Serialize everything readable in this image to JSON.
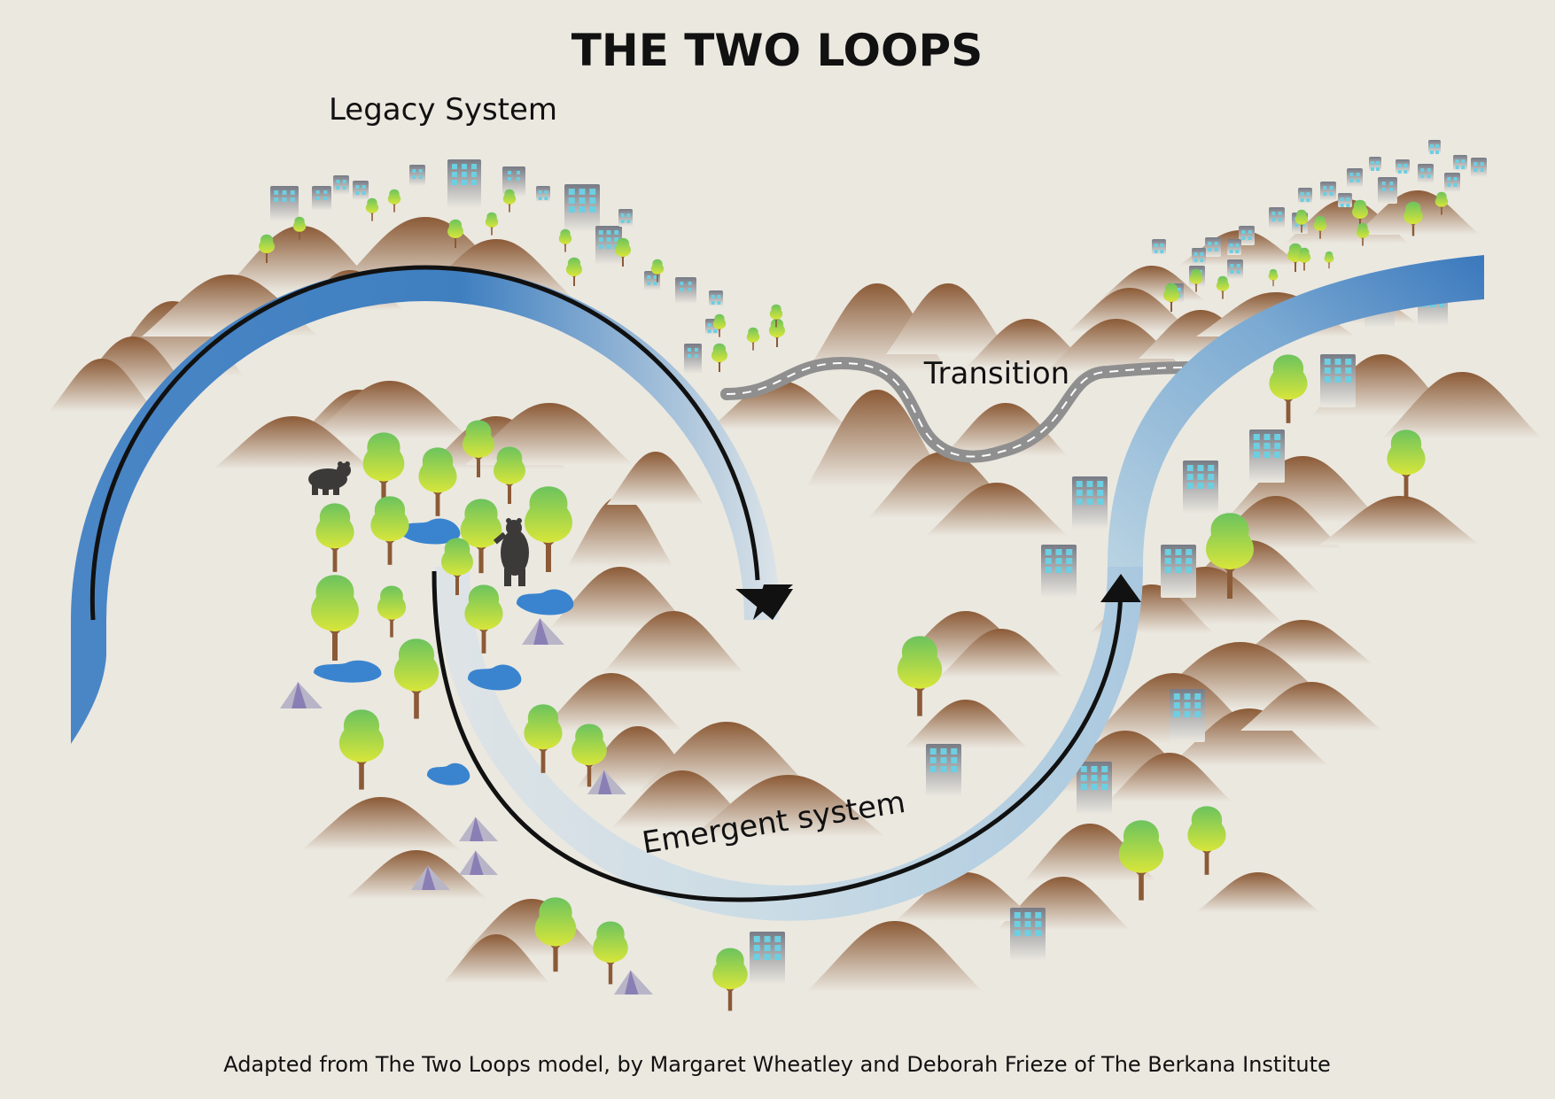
{
  "title": "THE TWO LOOPS",
  "labels": {
    "legacy": "Legacy System",
    "transition": "Transition",
    "emergent": "Emergent system"
  },
  "caption": "Adapted from The Two Loops model, by Margaret Wheatley and Deborah Frieze of The Berkana Institute",
  "colors": {
    "background": "#ebe8e0",
    "loop_blue": "#3f7fc0",
    "loop_pale": "#c7dbe6",
    "arrow": "#111111",
    "hill_top": "#8b5a36",
    "tree_top": "#6cc35e",
    "tree_bottom": "#d8e63a",
    "trunk": "#8b5a36",
    "building": "#777b85",
    "window": "#6ccfe2",
    "pond": "#3a84cf",
    "tent": "#8a7fb5",
    "road": "#8f8f8f",
    "bear": "#3c3a38"
  },
  "icons": [
    "hill-icon",
    "tree-icon",
    "building-icon",
    "pond-icon",
    "tent-icon",
    "bear-icon",
    "arrowhead-icon",
    "road-icon"
  ]
}
